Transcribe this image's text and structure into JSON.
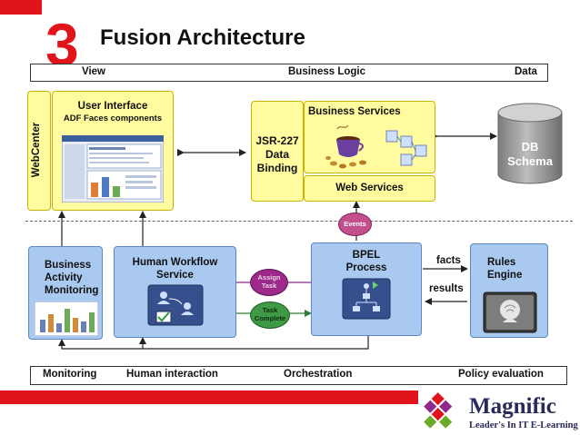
{
  "slide": {
    "number": "3",
    "title": "Fusion Architecture"
  },
  "top_bar": {
    "view": "View",
    "business_logic": "Business Logic",
    "data": "Data"
  },
  "webcenter": {
    "label": "WebCenter",
    "ui_title": "User Interface",
    "ui_subtitle": "ADF Faces components"
  },
  "jsr": {
    "line1": "JSR-227",
    "line2": "Data",
    "line3": "Binding"
  },
  "business_services": "Business Services",
  "web_services": "Web Services",
  "db": {
    "line1": "DB",
    "line2": "Schema"
  },
  "events": "Events",
  "bam": {
    "line1": "Business",
    "line2": "Activity",
    "line3": "Monitoring"
  },
  "human_workflow": {
    "line1": "Human Workflow",
    "line2": "Service"
  },
  "assign_task": {
    "line1": "Assign",
    "line2": "Task"
  },
  "task_complete": {
    "line1": "Task",
    "line2": "Complete"
  },
  "bpel": {
    "line1": "BPEL",
    "line2": "Process"
  },
  "facts": "facts",
  "results": "results",
  "rules": {
    "line1": "Rules",
    "line2": "Engine"
  },
  "bottom_bar": {
    "monitoring": "Monitoring",
    "human_interaction": "Human interaction",
    "orchestration": "Orchestration",
    "policy_evaluation": "Policy evaluation"
  },
  "logo": {
    "name": "Magnific",
    "tagline": "Leader's In IT E-Learning"
  },
  "colors": {
    "red": "#e2141b",
    "yellow_box": "#fffb9e",
    "blue_box": "#a9c9f0",
    "assign_oval": "#9b2a8b",
    "complete_oval": "#3f9a45",
    "db_gray": "#9a9a9a"
  }
}
